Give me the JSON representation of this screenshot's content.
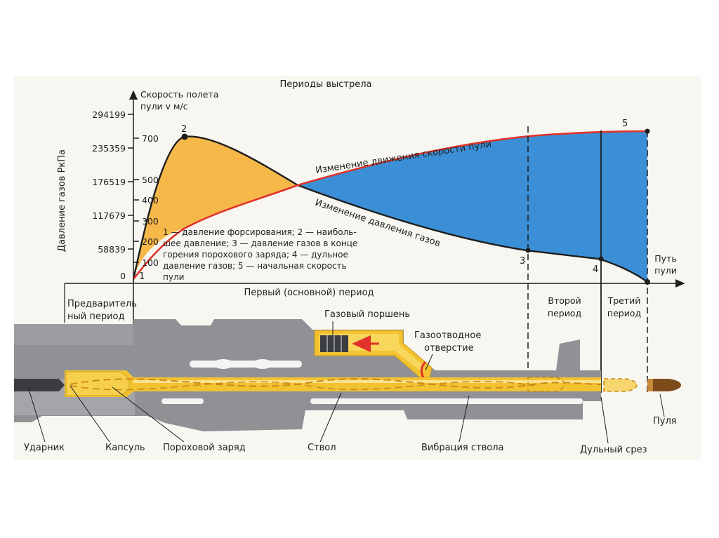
{
  "header": {
    "title": "Периоды выстрела"
  },
  "axes": {
    "y_pressure_label": "Давление газов РкПа",
    "y_velocity_label_line1": "Скорость полета",
    "y_velocity_label_line2": "пули v м/с",
    "x_label_line1": "Путь",
    "x_label_line2": "пули",
    "pressure_ticks": [
      "294199",
      "235359",
      "176519",
      "117679",
      "58839",
      "0"
    ],
    "velocity_ticks": [
      "700",
      "500",
      "400",
      "300",
      "200",
      "100"
    ]
  },
  "curves": {
    "velocity_label": "Изменение движения скорости пули",
    "pressure_label": "Изменение давления газов"
  },
  "points": [
    "1",
    "2",
    "3",
    "4",
    "5"
  ],
  "legend": [
    "1 — давление форсирования; 2 — наиболь-",
    "шее давление; 3 — давление газов в конце",
    "горения порохового заряда; 4 — дульное",
    "давление газов; 5 — начальная скорость",
    "пули"
  ],
  "periods": {
    "preliminary_line1": "Предваритель",
    "preliminary_line2": "ный период",
    "first": "Первый (основной) период",
    "second_line1": "Второй",
    "second_line2": "период",
    "third_line1": "Третий",
    "third_line2": "период"
  },
  "parts": {
    "gas_piston": "Газовый поршень",
    "gas_port_line1": "Газоотводное",
    "gas_port_line2": "отверстие",
    "firing_pin": "Ударник",
    "primer": "Капсуль",
    "powder_charge": "Пороховой заряд",
    "barrel": "Ствол",
    "barrel_vibration": "Вибрация ствола",
    "muzzle": "Дульный срез",
    "bullet": "Пуля"
  },
  "colors": {
    "pressure_fill": "#f7b84a",
    "velocity_fill": "#3b8fd6",
    "velocity_curve": "#e0322a",
    "metal": "#8f9195",
    "barrel_core": "#f2c230"
  }
}
